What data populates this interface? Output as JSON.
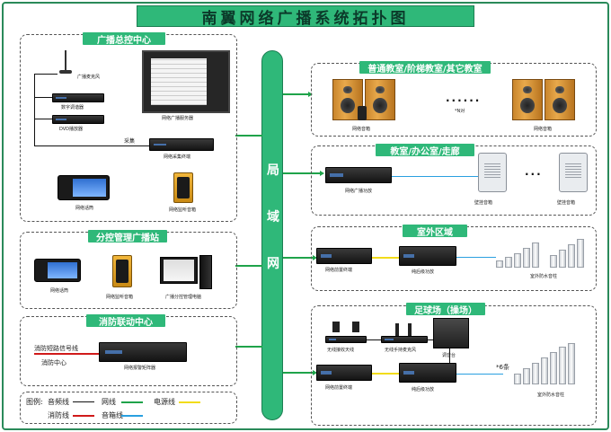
{
  "title": "南翼网络广播系统拓扑图",
  "lan_label": [
    "局",
    "域",
    "网"
  ],
  "panels": {
    "center": {
      "title": "广播总控中心",
      "mic": "广播麦克风",
      "digital_tuner": "数字调谐器",
      "dvd": "DVD播放器",
      "server": "网络广播服务器",
      "collector": "网络采集终端",
      "collector_tag": "采集",
      "intercom": "网络话筒",
      "monitor_speaker": "网络监听音箱"
    },
    "sub": {
      "title": "分控管理广播站",
      "intercom": "网络话筒",
      "monitor_speaker": "网络监听音箱",
      "pc": "广播分控管理电脑"
    },
    "fire": {
      "title": "消防联动中心",
      "signal": "消防短路信号线",
      "source": "消防中心",
      "device": "网络报警矩阵器"
    },
    "classroom": {
      "title": "普通教室/阶梯教室/其它教室",
      "speaker_left": "网络音箱",
      "speaker_right": "网络音箱",
      "dots": "......",
      "count": "*N对"
    },
    "office": {
      "title": "教室/办公室/走廊",
      "amp": "网络广播功放",
      "spk1": "壁挂音箱",
      "spk2": "壁挂音箱",
      "dots": "..."
    },
    "outdoor": {
      "title": "室外区域",
      "terminal": "网络前置终端",
      "amp": "纯后级功放",
      "spk": "室外防水音柱"
    },
    "field": {
      "title": "足球场（操场）",
      "wireless": "无线接收天线",
      "mic_rx": "无线手持麦克风",
      "mixer": "调音台",
      "mixer_tag": "调音台",
      "terminal": "网络前置终端",
      "amp": "纯后级功放",
      "count": "*6条",
      "spk": "室外防水音柱"
    }
  },
  "legend": {
    "title": "图例:",
    "items": [
      {
        "label": "音频线",
        "color": "#111111"
      },
      {
        "label": "网线",
        "color": "#1fa34a"
      },
      {
        "label": "电源线",
        "color": "#f2dc1a"
      },
      {
        "label": "消防线",
        "color": "#d01a1a"
      },
      {
        "label": "音箱线",
        "color": "#2aa0e0"
      }
    ]
  }
}
